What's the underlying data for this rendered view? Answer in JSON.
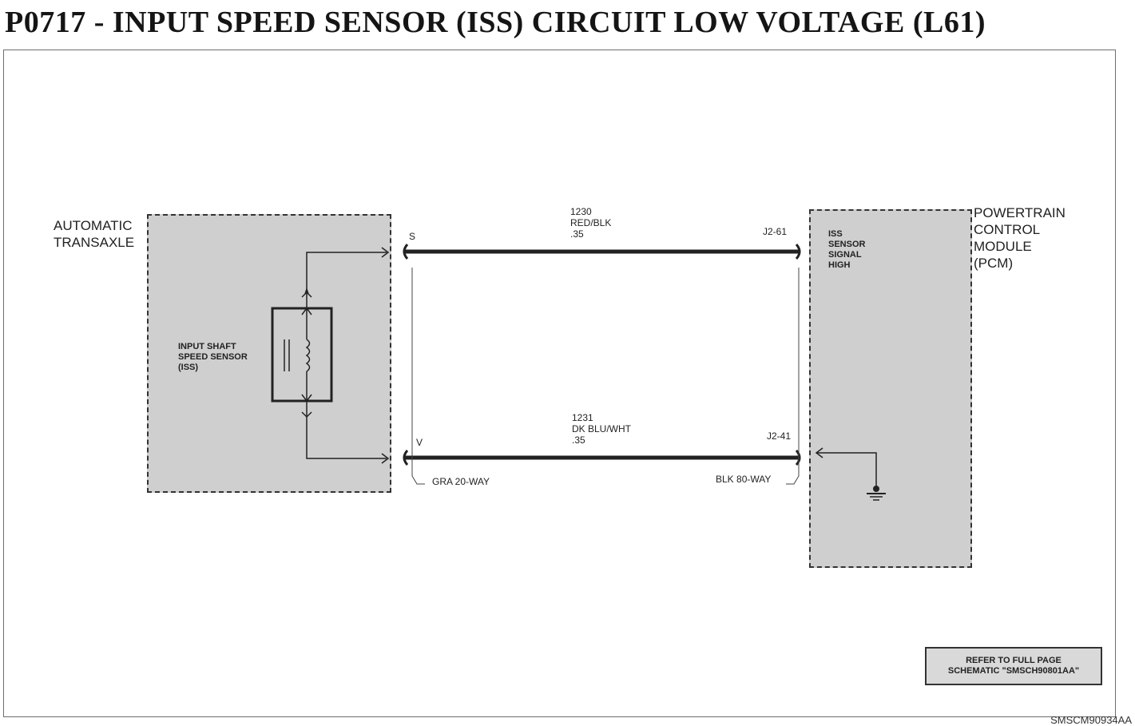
{
  "title": "P0717 - INPUT SPEED SENSOR (ISS) CIRCUIT LOW VOLTAGE (L61)",
  "left_module": {
    "label_lines": [
      "AUTOMATIC",
      "TRANSAXLE"
    ],
    "sensor_label_lines": [
      "INPUT SHAFT",
      "SPEED SENSOR",
      "(ISS)"
    ],
    "connector": "GRA 20-WAY"
  },
  "right_module": {
    "label_lines": [
      "POWERTRAIN",
      "CONTROL",
      "MODULE",
      "(PCM)"
    ],
    "signal_label_lines": [
      "ISS",
      "SENSOR",
      "SIGNAL",
      "HIGH"
    ],
    "connector": "BLK 80-WAY"
  },
  "wires": [
    {
      "circuit": "1230",
      "color": "RED/BLK",
      "gauge": ".35",
      "left_pin": "S",
      "right_pin": "J2-61"
    },
    {
      "circuit": "1231",
      "color": "DK BLU/WHT",
      "gauge": ".35",
      "left_pin": "V",
      "right_pin": "J2-41"
    }
  ],
  "refer_box": [
    "REFER TO FULL PAGE",
    "SCHEMATIC \"SMSCH90801AA\""
  ],
  "figure_code": "SMSCM90934AA"
}
